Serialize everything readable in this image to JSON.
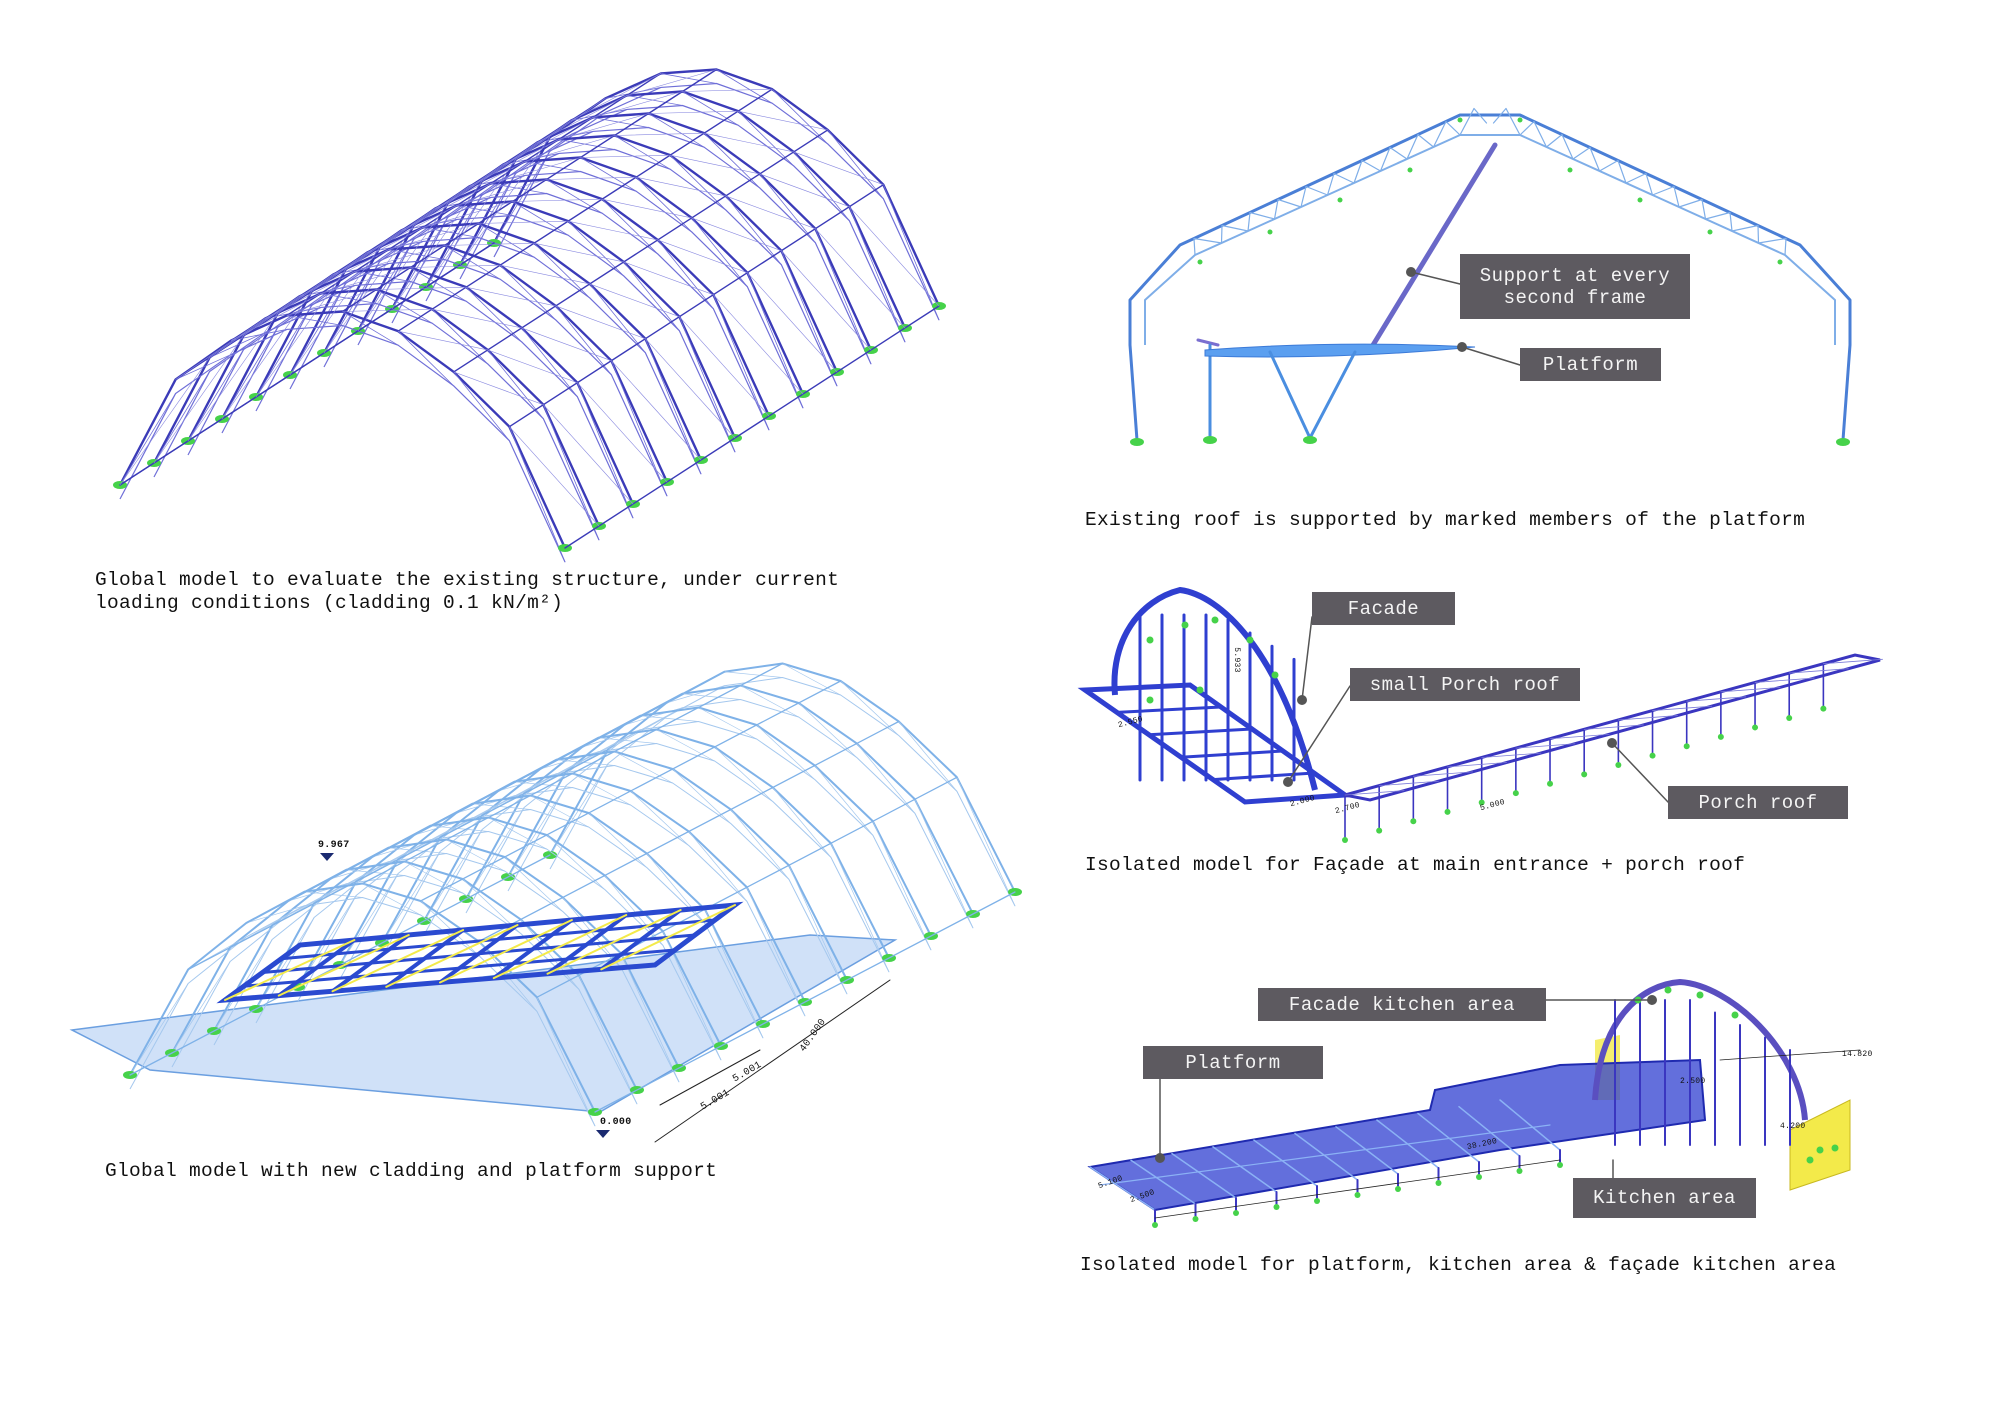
{
  "captions": {
    "global_existing": "Global model to evaluate the existing structure, under current\nloading conditions (cladding 0.1 kN/m²)",
    "global_new": "Global model with new cladding and platform support",
    "roof_support": "Existing roof is supported by marked members of the platform",
    "facade_porch": "Isolated model for Façade at main entrance + porch roof",
    "platform_kitchen": "Isolated model for platform, kitchen area & façade kitchen area"
  },
  "labels": {
    "support": "Support at every\nsecond frame",
    "platform_top": "Platform",
    "facade": "Facade",
    "small_porch": "small Porch roof",
    "porch": "Porch roof",
    "facade_kitchen": "Facade kitchen area",
    "platform_bottom": "Platform",
    "kitchen": "Kitchen area"
  },
  "dimensions": {
    "elev_top": "9.967",
    "elev_bottom": "0.000",
    "dim_40": "40.000",
    "dim_5a": "5.001",
    "dim_5b": "5.001",
    "dim_facade_h": "5.933",
    "dim_porch_a": "2.550",
    "dim_porch_b": "2.000",
    "dim_porch_c": "2.700",
    "dim_porch_d": "5.000",
    "dim_plat_long": "38.200",
    "dim_kit_a": "14.820",
    "dim_kit_b": "2.500",
    "dim_kit_c": "4.200",
    "dim_plat_a": "5.100",
    "dim_plat_b": "2.500"
  },
  "colors": {
    "frame_dark": "#3b3bb8",
    "frame_light": "#7fb2e8",
    "support_green": "#46d24a",
    "plate_blue": "#2f3fd0",
    "yellow": "#f3ea4a",
    "tag_bg": "#5d5a60"
  }
}
